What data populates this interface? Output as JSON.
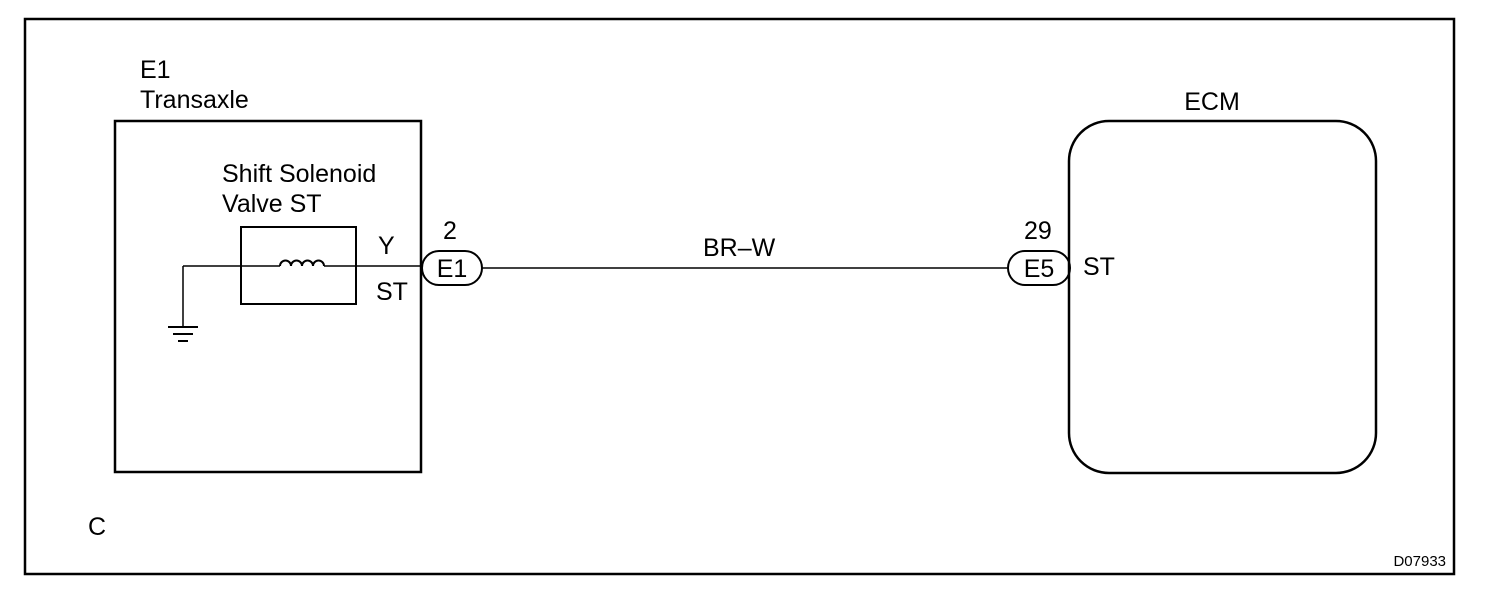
{
  "transaxle": {
    "code": "E1",
    "name": "Transaxle",
    "component_line1": "Shift Solenoid",
    "component_line2": "Valve ST",
    "wire_color_label": "Y",
    "terminal_label": "ST"
  },
  "connector_e1": {
    "pin": "2",
    "code": "E1"
  },
  "wire": {
    "color": "BR–W"
  },
  "connector_e5": {
    "pin": "29",
    "code": "E5"
  },
  "ecm": {
    "name": "ECM",
    "terminal_label": "ST"
  },
  "corner_letter": "C",
  "figure_id": "D07933"
}
